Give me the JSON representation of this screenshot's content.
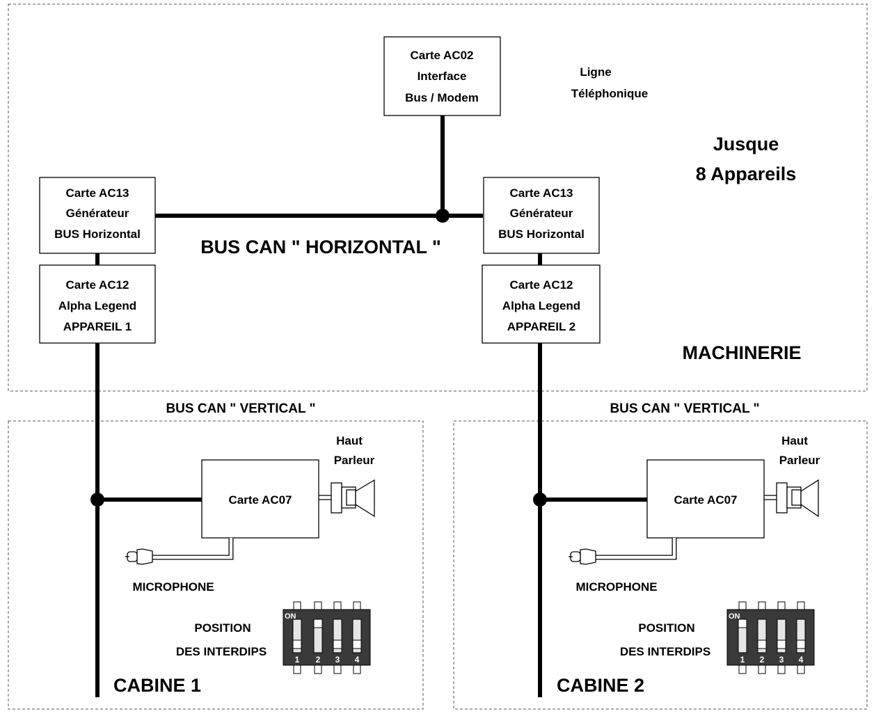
{
  "zones": {
    "machinerie": "MACHINERIE",
    "cabine_1": "CABINE 1",
    "cabine_2": "CABINE 2"
  },
  "capacity": {
    "line1": "Jusque",
    "line2": "8 Appareils"
  },
  "phone_line": {
    "line1": "Ligne",
    "line2": "Téléphonique"
  },
  "buses": {
    "horizontal": "BUS CAN \" HORIZONTAL \"",
    "vertical": "BUS CAN \" VERTICAL \""
  },
  "cards": {
    "ac02": [
      "Carte AC02",
      "Interface",
      "Bus / Modem"
    ],
    "ac13": [
      "Carte AC13",
      "Générateur",
      "BUS Horizontal"
    ],
    "ac12_1": [
      "Carte AC12",
      "Alpha Legend",
      "APPAREIL 1"
    ],
    "ac12_2": [
      "Carte AC12",
      "Alpha Legend",
      "APPAREIL 2"
    ],
    "ac07": "Carte AC07"
  },
  "peripherals": {
    "speaker": [
      "Haut",
      "Parleur"
    ],
    "microphone": "MICROPHONE",
    "dip_title": [
      "POSITION",
      "DES INTERDIPS"
    ],
    "dip_on": "ON",
    "dip_numbers": [
      "1",
      "2",
      "3",
      "4"
    ]
  }
}
